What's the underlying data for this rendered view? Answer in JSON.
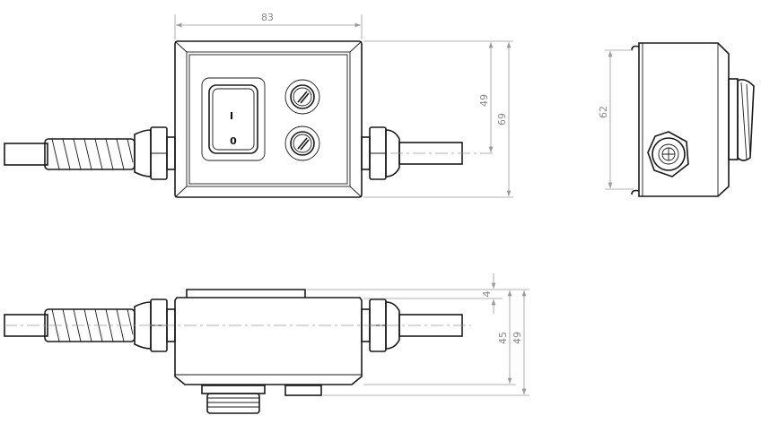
{
  "front_view": {
    "dims": {
      "width": "83",
      "inner_height": "49",
      "total_height": "69"
    },
    "switch": {
      "on_mark": "I",
      "off_mark": "0"
    }
  },
  "side_view": {
    "dims": {
      "height": "62"
    }
  },
  "bottom_view": {
    "dims": {
      "step": "4",
      "body_height": "45",
      "total_height": "49"
    }
  },
  "colors": {
    "line": "#1a1a1a",
    "dimension": "#9a9a9a"
  }
}
